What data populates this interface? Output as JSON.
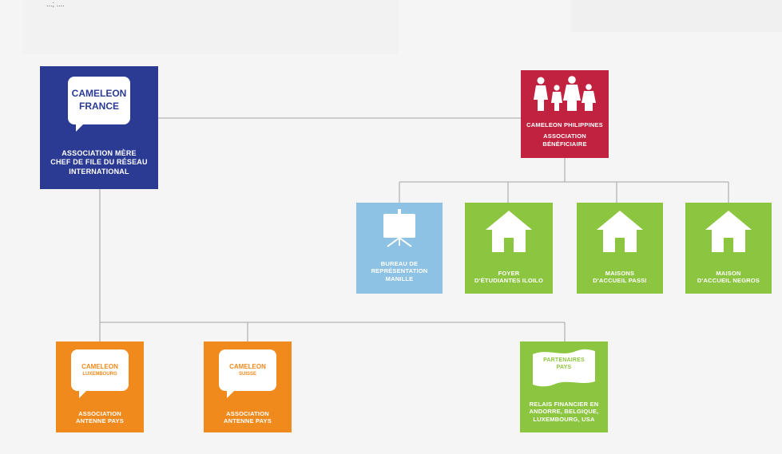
{
  "header": {
    "partial_text": "...; ...."
  },
  "colors": {
    "navy": "#2b3b93",
    "crimson": "#c1223f",
    "sky": "#8ec2e4",
    "green": "#8cc540",
    "orange": "#f08a1c",
    "connector": "#b4b4b4"
  },
  "nodes": {
    "france": {
      "bubble_line1": "CAMELEON",
      "bubble_line2": "FRANCE",
      "caption_line1": "ASSOCIATION MÈRE",
      "caption_line2": "CHEF DE FILE DU RÉSEAU",
      "caption_line3": "INTERNATIONAL",
      "icon": "speech-bubble-icon"
    },
    "philippines": {
      "title": "CAMELEON PHILIPPINES",
      "caption_line1": "ASSOCIATION",
      "caption_line2": "BÉNÉFICIAIRE",
      "icon": "family-icon"
    },
    "bureau": {
      "line1": "BUREAU DE",
      "line2": "REPRÉSENTATION",
      "line3": "MANILLE",
      "icon": "presentation-board-icon"
    },
    "foyer": {
      "line1": "FOYER",
      "line2": "D'ÉTUDIANTES ILOILO",
      "icon": "house-icon"
    },
    "maisons_passi": {
      "line1": "MAISONS",
      "line2": "D'ACCUEIL PASSI",
      "icon": "house-icon"
    },
    "maison_negros": {
      "line1": "MAISON",
      "line2": "D'ACCUEIL NEGROS",
      "icon": "house-icon"
    },
    "luxembourg": {
      "bubble_line1": "CAMELEON",
      "bubble_line2": "LUXEMBOURG",
      "caption_line1": "ASSOCIATION",
      "caption_line2": "ANTENNE PAYS",
      "icon": "speech-bubble-icon"
    },
    "suisse": {
      "bubble_line1": "CAMELEON",
      "bubble_line2": "SUISSE",
      "caption_line1": "ASSOCIATION",
      "caption_line2": "ANTENNE PAYS",
      "icon": "speech-bubble-icon"
    },
    "partenaires": {
      "flag_line1": "PARTENAIRES",
      "flag_line2": "PAYS",
      "caption_line1": "RELAIS FINANCIER EN",
      "caption_line2": "ANDORRE, BELGIQUE,",
      "caption_line3": "LUXEMBOURG, USA",
      "icon": "flag-icon"
    }
  }
}
